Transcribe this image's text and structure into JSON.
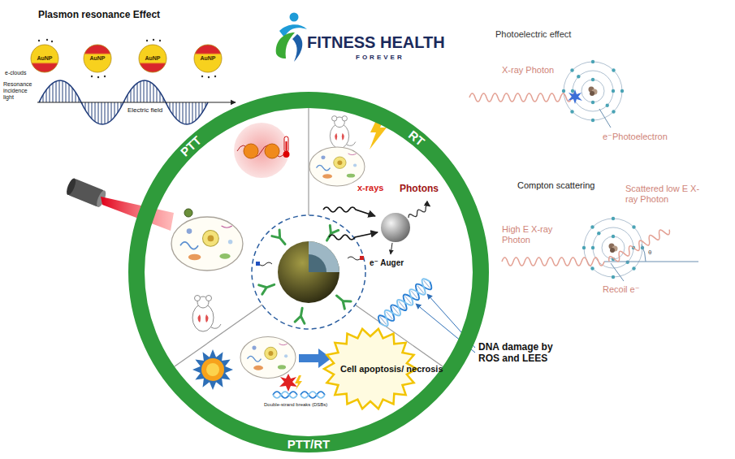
{
  "diagram": {
    "nodes": [
      {
        "text": [
          "AuNP"
        ]
      },
      {
        "text": [
          "AuNP"
        ]
      },
      {
        "text": [
          "AuNP"
        ]
      },
      {
        "text": [
          "AuNP"
        ]
      },
      {
        "text": [
          "PTT",
          "RT",
          "PTT/RT"
        ]
      },
      {
        "text": [
          "Cell apoptosis/ necrosis"
        ],
        "in": 4
      }
    ],
    "labels": [
      "Plasmon resonance Effect",
      "FITNESS HEALTH",
      "FOREVER",
      "Photoelectric effect",
      "e-clouds",
      "Resonance incidence light",
      "Electric field",
      "X-ray Photon",
      "e⁻Photoelectron",
      "Compton scattering",
      "High E X-ray Photon",
      "Scattered low E X-ray Photon",
      "Recoil e⁻",
      "θ",
      "x-rays",
      "Photons",
      "e⁻ Auger",
      "Double-strand breaks (DSBs)",
      "DNA damage by ROS and LEES"
    ]
  }
}
